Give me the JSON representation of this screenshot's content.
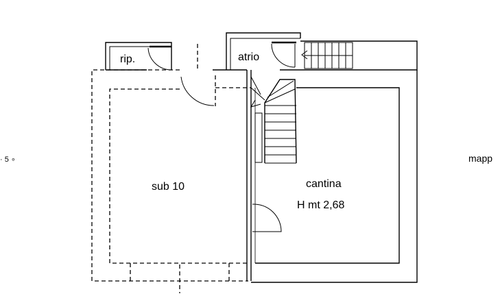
{
  "labels": {
    "rip": "rip.",
    "atrio": "atrio",
    "sub": "sub 10",
    "cantina": "cantina",
    "height": "H mt 2,68",
    "mapp": "mapp",
    "left_fragment": "· 5 ∘"
  }
}
